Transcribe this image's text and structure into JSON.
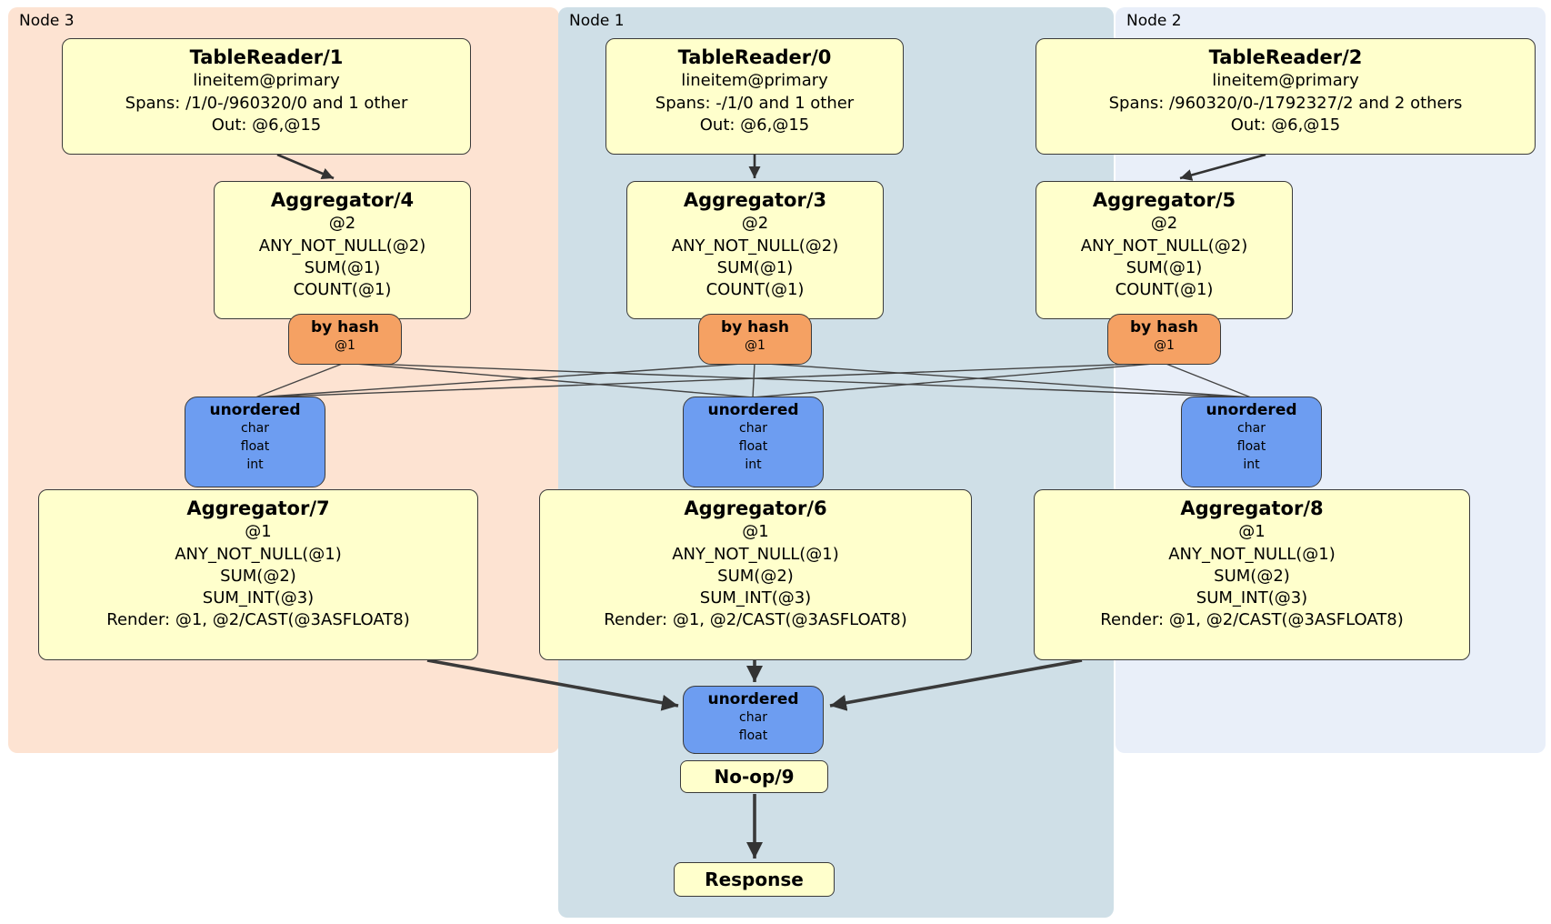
{
  "regions": {
    "node3": {
      "label": "Node 3"
    },
    "node1": {
      "label": "Node 1"
    },
    "node2": {
      "label": "Node 2"
    }
  },
  "colors": {
    "node3_bg": "#fde3d2",
    "node1_bg": "#cfdfe7",
    "node2_bg": "#e9eff9",
    "operator_bg": "#ffffcc",
    "hash_router_bg": "#f5a163",
    "sync_bg": "#6d9df1",
    "edge": "#3a3a3a"
  },
  "operators": {
    "tablereader1": {
      "title": "TableReader/1",
      "lines": [
        "lineitem@primary",
        "Spans: /1/0-/960320/0 and 1 other",
        "Out: @6,@15"
      ]
    },
    "tablereader0": {
      "title": "TableReader/0",
      "lines": [
        "lineitem@primary",
        "Spans: -/1/0 and 1 other",
        "Out: @6,@15"
      ]
    },
    "tablereader2": {
      "title": "TableReader/2",
      "lines": [
        "lineitem@primary",
        "Spans: /960320/0-/1792327/2 and 2 others",
        "Out: @6,@15"
      ]
    },
    "aggregator4": {
      "title": "Aggregator/4",
      "lines": [
        "@2",
        "ANY_NOT_NULL(@2)",
        "SUM(@1)",
        "COUNT(@1)"
      ]
    },
    "aggregator3": {
      "title": "Aggregator/3",
      "lines": [
        "@2",
        "ANY_NOT_NULL(@2)",
        "SUM(@1)",
        "COUNT(@1)"
      ]
    },
    "aggregator5": {
      "title": "Aggregator/5",
      "lines": [
        "@2",
        "ANY_NOT_NULL(@2)",
        "SUM(@1)",
        "COUNT(@1)"
      ]
    },
    "hash_node3": {
      "title": "by hash",
      "lines": [
        "@1"
      ]
    },
    "hash_node1": {
      "title": "by hash",
      "lines": [
        "@1"
      ]
    },
    "hash_node2": {
      "title": "by hash",
      "lines": [
        "@1"
      ]
    },
    "sync_node3": {
      "title": "unordered",
      "lines": [
        "char",
        "float",
        "int"
      ]
    },
    "sync_node1": {
      "title": "unordered",
      "lines": [
        "char",
        "float",
        "int"
      ]
    },
    "sync_node2": {
      "title": "unordered",
      "lines": [
        "char",
        "float",
        "int"
      ]
    },
    "aggregator7": {
      "title": "Aggregator/7",
      "lines": [
        "@1",
        "ANY_NOT_NULL(@1)",
        "SUM(@2)",
        "SUM_INT(@3)",
        "Render: @1, @2/CAST(@3ASFLOAT8)"
      ]
    },
    "aggregator6": {
      "title": "Aggregator/6",
      "lines": [
        "@1",
        "ANY_NOT_NULL(@1)",
        "SUM(@2)",
        "SUM_INT(@3)",
        "Render: @1, @2/CAST(@3ASFLOAT8)"
      ]
    },
    "aggregator8": {
      "title": "Aggregator/8",
      "lines": [
        "@1",
        "ANY_NOT_NULL(@1)",
        "SUM(@2)",
        "SUM_INT(@3)",
        "Render: @1, @2/CAST(@3ASFLOAT8)"
      ]
    },
    "final_sync": {
      "title": "unordered",
      "lines": [
        "char",
        "float"
      ]
    },
    "noop9": {
      "title": "No-op/9"
    },
    "response": {
      "title": "Response"
    }
  }
}
